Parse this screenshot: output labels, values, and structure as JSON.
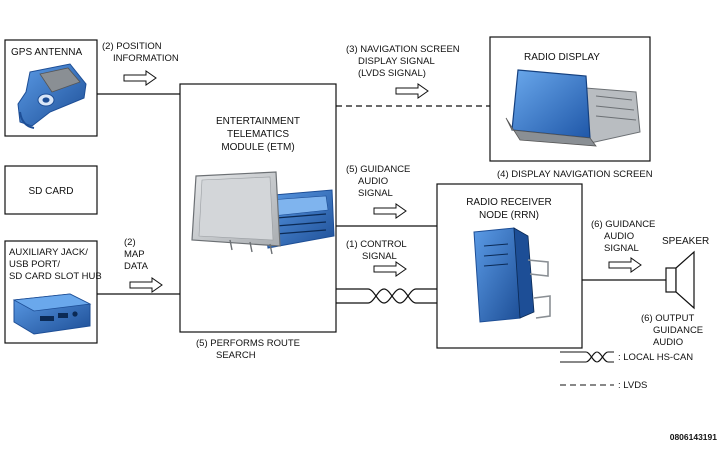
{
  "components": {
    "gps_antenna": {
      "title": "GPS ANTENNA"
    },
    "sd_card": {
      "title": "SD CARD"
    },
    "aux_hub": {
      "lines": [
        "AUXILIARY JACK/",
        "USB PORT/",
        "SD CARD SLOT HUB"
      ]
    },
    "etm": {
      "lines": [
        "ENTERTAINMENT",
        "TELEMATICS",
        "MODULE (ETM)"
      ]
    },
    "radio_display": {
      "title": "RADIO DISPLAY"
    },
    "rrn": {
      "lines": [
        "RADIO RECEIVER",
        "NODE (RRN)"
      ]
    },
    "speaker": {
      "title": "SPEAKER"
    }
  },
  "signals": {
    "position_info": {
      "lines": [
        "(2) POSITION",
        "INFORMATION"
      ]
    },
    "map_data": {
      "lines": [
        "(2)",
        "MAP",
        "DATA"
      ]
    },
    "nav_screen_signal": {
      "lines": [
        "(3) NAVIGATION SCREEN",
        "DISPLAY SIGNAL",
        "(LVDS SIGNAL)"
      ]
    },
    "display_nav_screen": {
      "text": "(4) DISPLAY NAVIGATION SCREEN"
    },
    "guidance_audio_5": {
      "lines": [
        "(5) GUIDANCE",
        "AUDIO",
        "SIGNAL"
      ]
    },
    "control_signal": {
      "lines": [
        "(1) CONTROL",
        "SIGNAL"
      ]
    },
    "route_search": {
      "lines": [
        "(5) PERFORMS ROUTE",
        "SEARCH"
      ]
    },
    "guidance_audio_6": {
      "lines": [
        "(6) GUIDANCE",
        "AUDIO",
        "SIGNAL"
      ]
    },
    "output_audio": {
      "lines": [
        "(6) OUTPUT",
        "GUIDANCE",
        "AUDIO"
      ]
    }
  },
  "legend": {
    "hs_can": ": LOCAL HS-CAN",
    "lvds": ": LVDS"
  },
  "figure_code": "0806143191",
  "colors": {
    "module_blue": "#2f6fc4",
    "module_blue_dark": "#1d4e96",
    "screen_gray": "#c9ccce",
    "frame_gray": "#9a9ea2",
    "line": "#111111"
  }
}
